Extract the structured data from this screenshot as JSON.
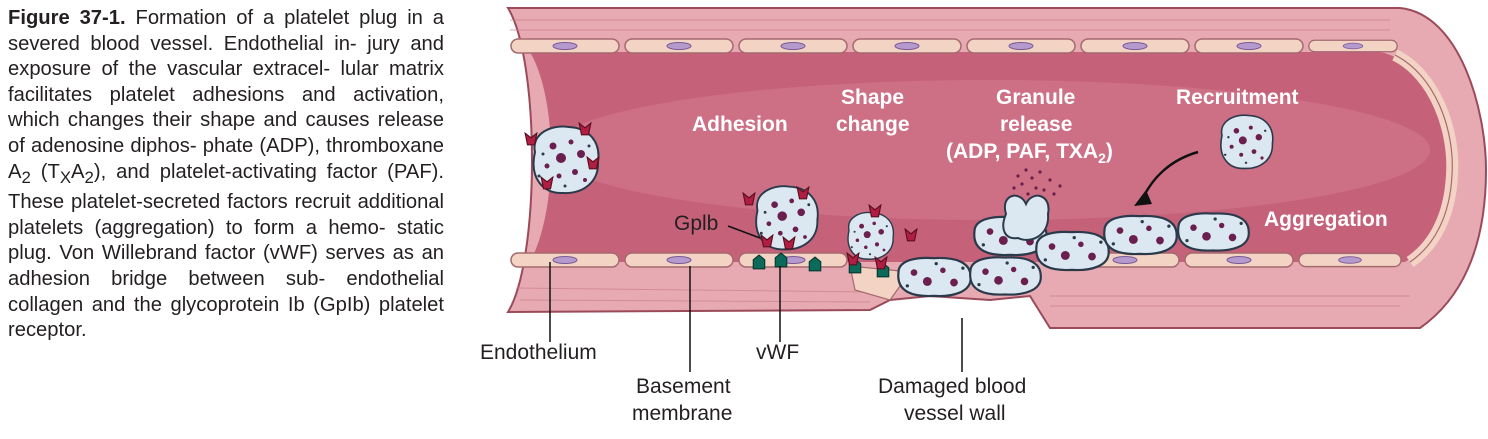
{
  "caption": {
    "figure_label": "Figure 37-1.",
    "lines": [
      "Formation of a platelet plug",
      "in a severed blood vessel. Endothelial in-",
      "jury and exposure of the vascular extracel-",
      "lular matrix facilitates platelet adhesions",
      "and activation, which changes their shape",
      "and causes release of adenosine diphos-",
      "phate (ADP), thromboxane A",
      "and platelet-activating factor (PAF). These",
      "platelet-secreted factors recruit additional",
      "platelets (aggregation) to form a hemo-",
      "static plug. Von Willebrand factor (vWF)",
      "serves as an adhesion bridge between sub-",
      "endothelial collagen and the glycoprotein",
      "Ib (GpIb) platelet receptor."
    ],
    "txa_sub": "2",
    "txa_paren_open": "(T",
    "txa_x": "X",
    "txa_a": "A",
    "txa_tail": "),"
  },
  "diagram": {
    "labels": {
      "adhesion": "Adhesion",
      "shape_change_1": "Shape",
      "shape_change_2": "change",
      "granule_1": "Granule",
      "granule_2": "release",
      "granule_3": "(ADP, PAF, TXA",
      "granule_3_sub": "2",
      "granule_3_end": ")",
      "recruitment": "Recruitment",
      "aggregation": "Aggregation",
      "gplb": "Gplb",
      "endothelium": "Endothelium",
      "vwf": "vWF",
      "basement_1": "Basement",
      "basement_2": "membrane",
      "damaged_1": "Damaged blood",
      "damaged_2": "vessel wall"
    },
    "colors": {
      "lumen": "#c5627a",
      "wall": "#e7aab2",
      "endothelial_cell": "#f3d3c4",
      "platelet": "#dce8f1",
      "granule": "#6b1f4e",
      "receptor": "#b01f43",
      "vwf": "#0b6a5a"
    }
  }
}
